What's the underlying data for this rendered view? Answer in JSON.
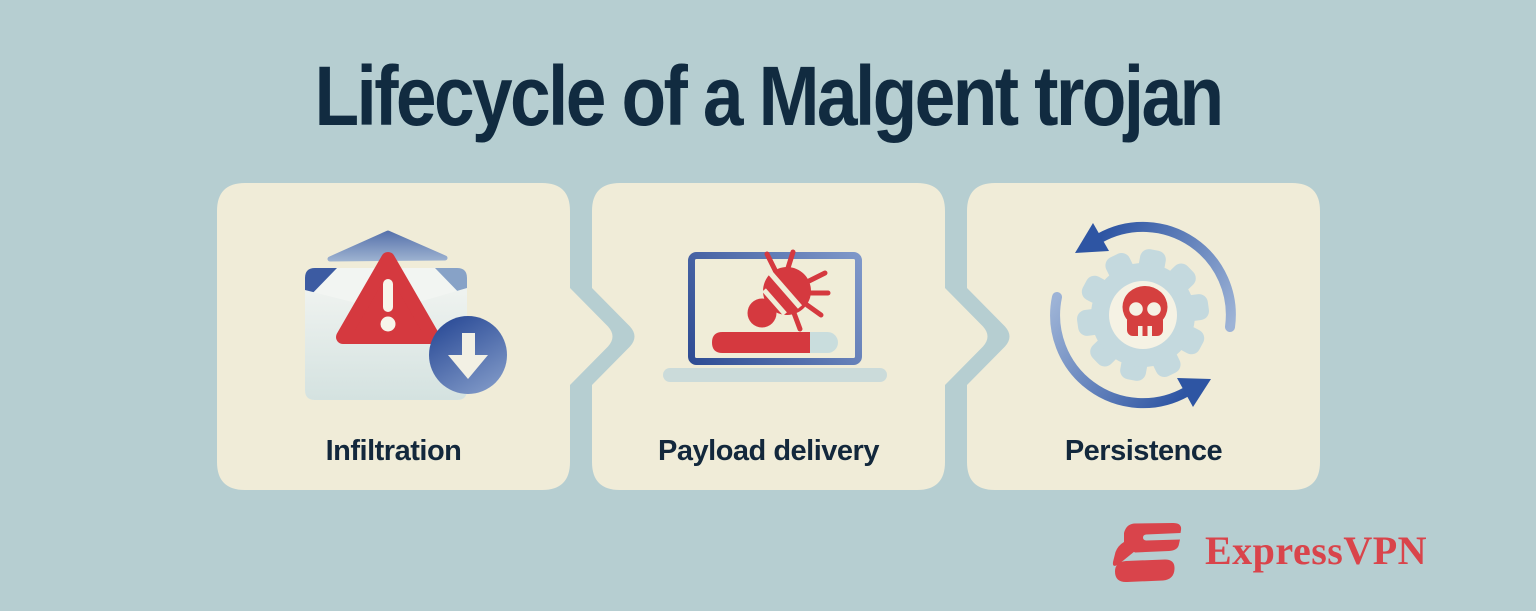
{
  "title": "Lifecycle of a Malgent trojan",
  "steps": [
    {
      "label": "Infiltration",
      "icon": "malicious-email-download-icon"
    },
    {
      "label": "Payload delivery",
      "icon": "infected-laptop-progress-icon"
    },
    {
      "label": "Persistence",
      "icon": "skull-gear-cycle-icon"
    }
  ],
  "brand": {
    "wordmark": "ExpressVPN",
    "logomark": "expressvpn-logomark-icon"
  },
  "colors": {
    "background": "#b6ced1",
    "card": "#f0ecd8",
    "heading_navy": "#112b40",
    "label_navy": "#13283c",
    "alert_red": "#d5393f",
    "accent_blue_dark": "#2e55a3",
    "accent_blue_light": "#9db3d6",
    "envelope_light": "#eef2ef",
    "gear_blue": "#c4d9de",
    "logo_red": "#d9444b"
  }
}
